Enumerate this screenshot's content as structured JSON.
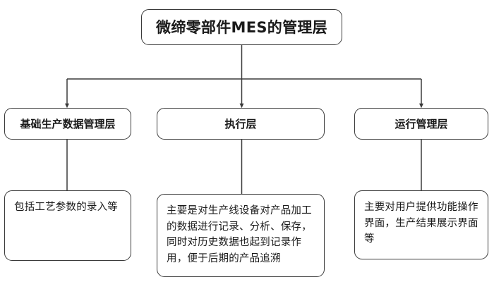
{
  "diagram": {
    "type": "org-chart",
    "background_color": "#ffffff",
    "line_color": "#3a3a3a",
    "text_color": "#1a1a1a",
    "title": "微缔零部件MES的管理层",
    "layers": [
      {
        "id": "basic-data",
        "label": "基础生产数据管理层",
        "description": "包括工艺参数的录入等"
      },
      {
        "id": "execution",
        "label": "执行层",
        "description": "主要是对生产线设备对产品加工的数据进行记录、分析、保存，同时对历史数据也起到记录作用，便于后期的产品追溯"
      },
      {
        "id": "operation",
        "label": "运行管理层",
        "description": "主要对用户提供功能操作界面，生产结果展示界面等"
      }
    ]
  }
}
